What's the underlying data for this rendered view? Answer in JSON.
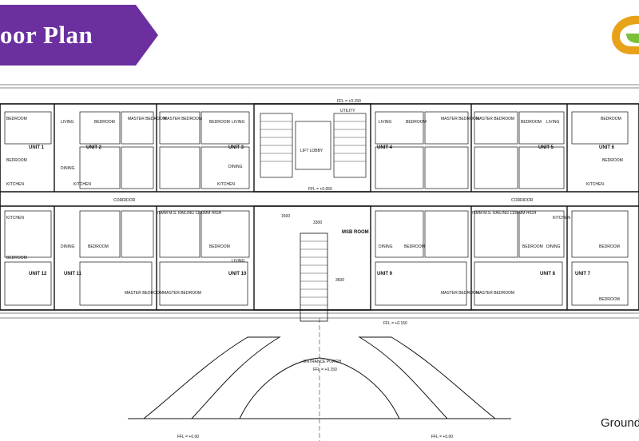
{
  "header": {
    "title": "oor Plan",
    "accent_color": "#6b2fa0"
  },
  "logo": {
    "icon": "company-logo-icon",
    "colors": [
      "#e8a21a",
      "#7bbf3a"
    ]
  },
  "plan": {
    "units": [
      {
        "id": "u1",
        "label": "UNIT 1"
      },
      {
        "id": "u2",
        "label": "UNIT 2"
      },
      {
        "id": "u3",
        "label": "UNIT 3"
      },
      {
        "id": "u4",
        "label": "UNIT 4"
      },
      {
        "id": "u5",
        "label": "UNIT 5"
      },
      {
        "id": "u6",
        "label": "UNIT 6"
      },
      {
        "id": "u7",
        "label": "UNIT 7"
      },
      {
        "id": "u8",
        "label": "UNIT 8"
      },
      {
        "id": "u9",
        "label": "UNIT 9"
      },
      {
        "id": "u10",
        "label": "UNIT 10"
      },
      {
        "id": "u11",
        "label": "UNIT 11"
      },
      {
        "id": "u12",
        "label": "UNIT 12"
      }
    ],
    "rooms": {
      "bedroom": "BEDROOM",
      "master_bedroom": "MASTER BEDROOM",
      "living": "LIVING",
      "dining": "DINING",
      "kitchen": "KITCHEN",
      "corridor": "CORRIDOR",
      "lift_lobby": "LIFT LOBBY",
      "utility": "UTILITY",
      "msb_room": "MSB ROOM",
      "entrance_porch": "ENTRANCE PORCH"
    },
    "levels": {
      "ffl_top": "FFL = +0.150",
      "ffl_mid_left": "FFL = +0.050",
      "ffl_mid_right": "FFL = +0.150",
      "ffl_porch": "FFL = +0.150",
      "ffl_bottom_left": "FFL = +0.00",
      "ffl_bottom_right": "FFL = +0.00"
    },
    "railing": "75MM M.S. RAILING 1100MM HIGH",
    "dims": [
      "1500",
      "3300",
      "3600"
    ]
  },
  "footer": {
    "label": "Ground"
  }
}
